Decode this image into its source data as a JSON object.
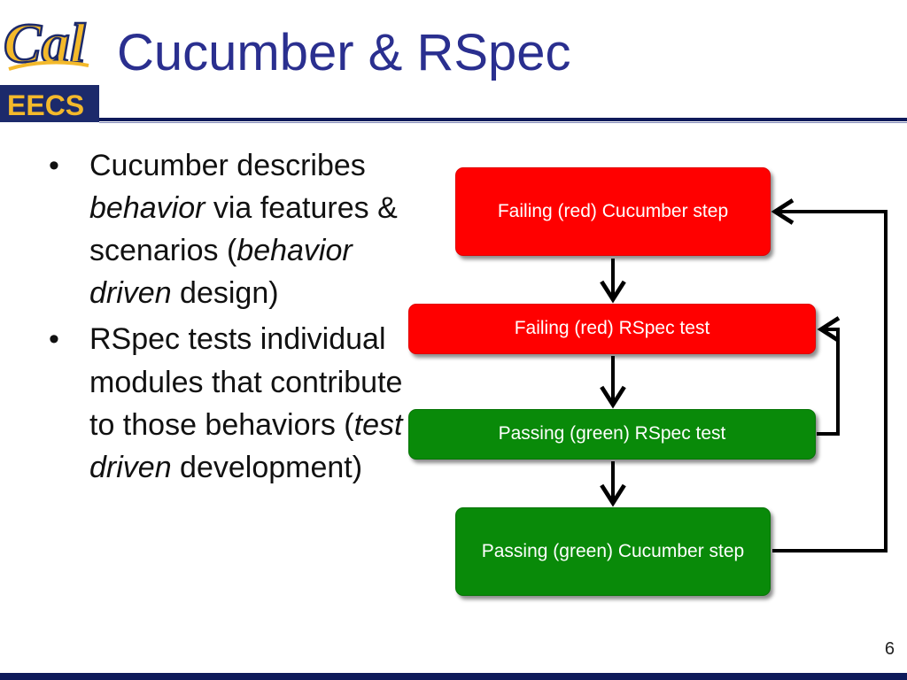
{
  "slide": {
    "title": "Cucumber & RSpec",
    "page_number": "6",
    "logo": {
      "word_top": "Cal",
      "word_bottom": "EECS"
    }
  },
  "bullets": [
    {
      "parts": [
        {
          "text": "Cucumber describes ",
          "italic": false
        },
        {
          "text": "behavior",
          "italic": true
        },
        {
          "text": " via features & scenarios (",
          "italic": false
        },
        {
          "text": "behavior driven",
          "italic": true
        },
        {
          "text": " design)",
          "italic": false
        }
      ]
    },
    {
      "parts": [
        {
          "text": "RSpec tests individual modules that contribute to those behaviors (",
          "italic": false
        },
        {
          "text": "test driven",
          "italic": true
        },
        {
          "text": " development)",
          "italic": false
        }
      ]
    }
  ],
  "flow": {
    "box1": "Failing (red) Cucumber step",
    "box2": "Failing (red) RSpec test",
    "box3": "Passing (green) RSpec test",
    "box4": "Passing (green) Cucumber step"
  },
  "colors": {
    "title": "#2a2f8f",
    "fail": "#ff0000",
    "pass": "#098a09",
    "rule": "#0f1a5a",
    "logo_gold": "#f3b92b",
    "logo_navy": "#1c2a6b"
  }
}
